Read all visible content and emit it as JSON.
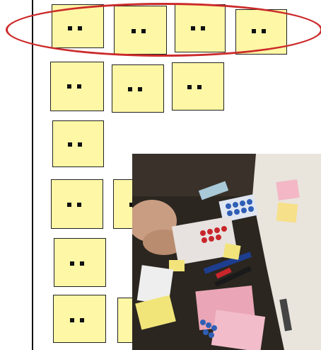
{
  "figure": {
    "highlight_color": "#cc2a2a",
    "note_color": "#fdf7a6",
    "rows": [
      {
        "notes": 4,
        "highlighted": true
      },
      {
        "notes": 3,
        "highlighted": false
      },
      {
        "notes": 1,
        "highlighted": false
      },
      {
        "notes": 2,
        "highlighted": false
      },
      {
        "notes": 1,
        "highlighted": false
      },
      {
        "notes": 2,
        "highlighted": false
      }
    ],
    "photo_icon": "workshop-photo"
  }
}
